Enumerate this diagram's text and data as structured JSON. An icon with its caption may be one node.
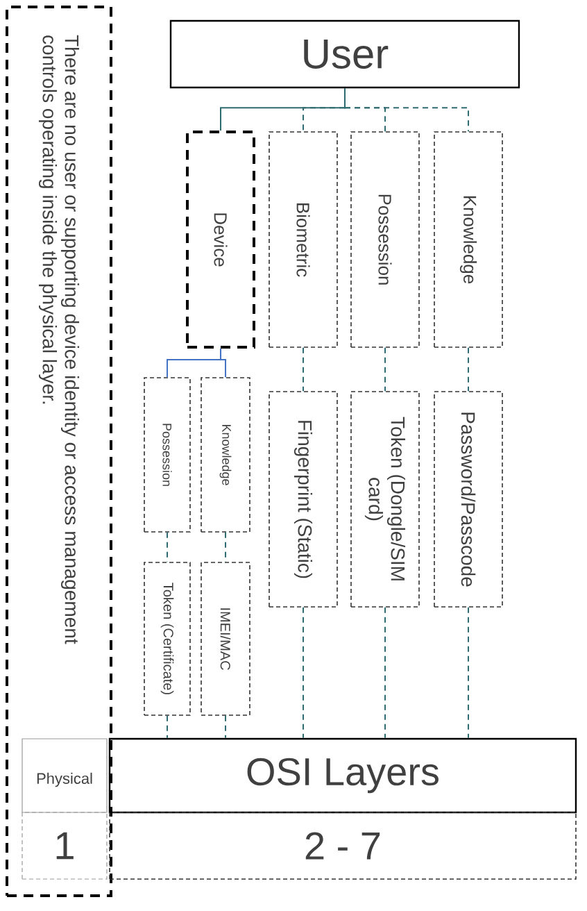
{
  "diagram": {
    "nodes": [
      {
        "text": [
          "User"
        ]
      },
      {
        "text": [
          "Device"
        ]
      },
      {
        "text": [
          "Biometric"
        ]
      },
      {
        "text": [
          "Possession"
        ]
      },
      {
        "text": [
          "Knowledge"
        ]
      },
      {
        "text": [
          "Possession"
        ]
      },
      {
        "text": [
          "Knowledge"
        ]
      },
      {
        "text": [
          "Fingerprint (Static)"
        ]
      },
      {
        "text": [
          "Token (Dongle/SIM card)"
        ]
      },
      {
        "text": [
          "Password/Passcode"
        ]
      },
      {
        "text": [
          "Token (Certificate)"
        ]
      },
      {
        "text": [
          "IMEI/MAC"
        ]
      },
      {
        "text": [
          "There are no user or supporting device identity or access management controls operating inside the physical layer."
        ]
      },
      {
        "text": [
          "Physical"
        ],
        "in": 12
      },
      {
        "text": [
          "OSI Layers"
        ]
      },
      {
        "text": [
          "1"
        ],
        "in": 12
      },
      {
        "text": [
          "2 - 7"
        ]
      }
    ],
    "edges": [
      {
        "from": 0,
        "to": 1,
        "arrow": "none"
      },
      {
        "from": 0,
        "to": 2,
        "arrow": "none",
        "style": "dashed"
      },
      {
        "from": 0,
        "to": 3,
        "arrow": "none",
        "style": "dashed"
      },
      {
        "from": 0,
        "to": 4,
        "arrow": "none",
        "style": "dashed"
      },
      {
        "from": 1,
        "to": 5,
        "arrow": "none",
        "color": "#4472c4"
      },
      {
        "from": 1,
        "to": 6,
        "arrow": "none",
        "color": "#4472c4"
      },
      {
        "from": 5,
        "to": 10,
        "arrow": "none",
        "style": "dashed"
      },
      {
        "from": 6,
        "to": 11,
        "arrow": "none",
        "style": "dashed"
      },
      {
        "from": 2,
        "to": 7,
        "arrow": "none",
        "style": "dashed"
      },
      {
        "from": 3,
        "to": 8,
        "arrow": "none",
        "style": "dashed"
      },
      {
        "from": 4,
        "to": 9,
        "arrow": "none",
        "style": "dashed"
      },
      {
        "from": 10,
        "to": 14,
        "arrow": "none",
        "style": "dashed"
      },
      {
        "from": 11,
        "to": 14,
        "arrow": "none",
        "style": "dashed"
      },
      {
        "from": 7,
        "to": 14,
        "arrow": "none",
        "style": "dashed"
      },
      {
        "from": 8,
        "to": 14,
        "arrow": "none",
        "style": "dashed"
      },
      {
        "from": 9,
        "to": 14,
        "arrow": "none",
        "style": "dashed"
      }
    ]
  }
}
